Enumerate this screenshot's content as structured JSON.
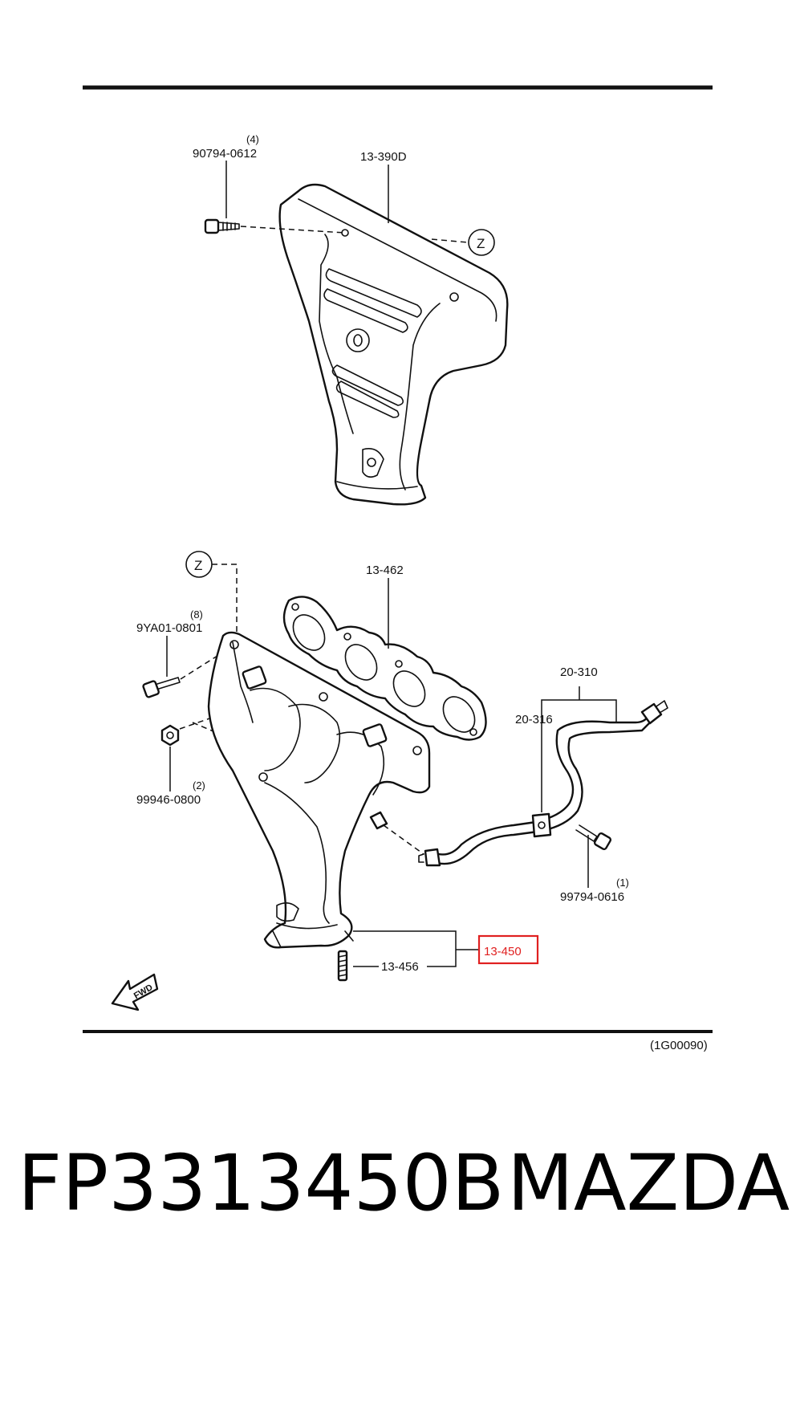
{
  "callouts": {
    "heat_insulator": "13-390D",
    "heat_insulator_bolt": "90794-0612",
    "heat_insulator_bolt_qty": "(4)",
    "ref_circle_top": "Z",
    "ref_circle_bottom": "Z",
    "gasket": "13-462",
    "manifold_bolt": "9YA01-0801",
    "manifold_bolt_qty": "(8)",
    "manifold_nut": "99946-0800",
    "manifold_nut_qty": "(2)",
    "pipe_assembly": "20-310",
    "pipe_bracket": "20-316",
    "pipe_bolt": "99794-0616",
    "pipe_bolt_qty": "(1)",
    "exhaust_manifold": "13-450",
    "stud": "13-456",
    "forward_arrow": "FWD"
  },
  "diagram_code": "(1G00090)",
  "highlight": {
    "target": "13-450",
    "color": "#e02020"
  },
  "footer": {
    "part_number": "FP3313450B",
    "brand": "MAZDA"
  }
}
